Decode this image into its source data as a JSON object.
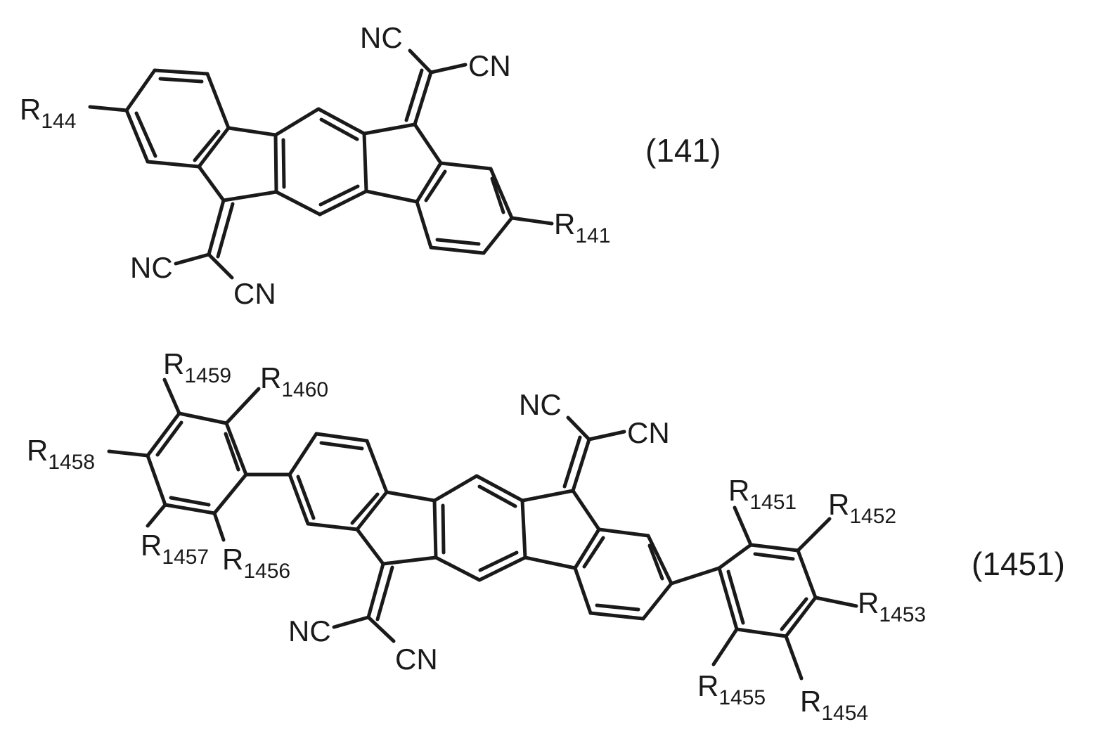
{
  "structure_141": {
    "equation_number": "(141)",
    "labels": {
      "r144": {
        "main": "R",
        "sub": "144"
      },
      "r141": {
        "main": "R",
        "sub": "141"
      },
      "nc_top": "NC",
      "cn_top": "CN",
      "nc_bottom": "NC",
      "cn_bottom": "CN"
    }
  },
  "structure_1451": {
    "equation_number": "(1451)",
    "labels": {
      "r1451": {
        "main": "R",
        "sub": "1451"
      },
      "r1452": {
        "main": "R",
        "sub": "1452"
      },
      "r1453": {
        "main": "R",
        "sub": "1453"
      },
      "r1454": {
        "main": "R",
        "sub": "1454"
      },
      "r1455": {
        "main": "R",
        "sub": "1455"
      },
      "r1456": {
        "main": "R",
        "sub": "1456"
      },
      "r1457": {
        "main": "R",
        "sub": "1457"
      },
      "r1458": {
        "main": "R",
        "sub": "1458"
      },
      "r1459": {
        "main": "R",
        "sub": "1459"
      },
      "r1460": {
        "main": "R",
        "sub": "1460"
      },
      "nc_top": "NC",
      "cn_top": "CN",
      "nc_bottom": "NC",
      "cn_bottom": "CN"
    }
  }
}
